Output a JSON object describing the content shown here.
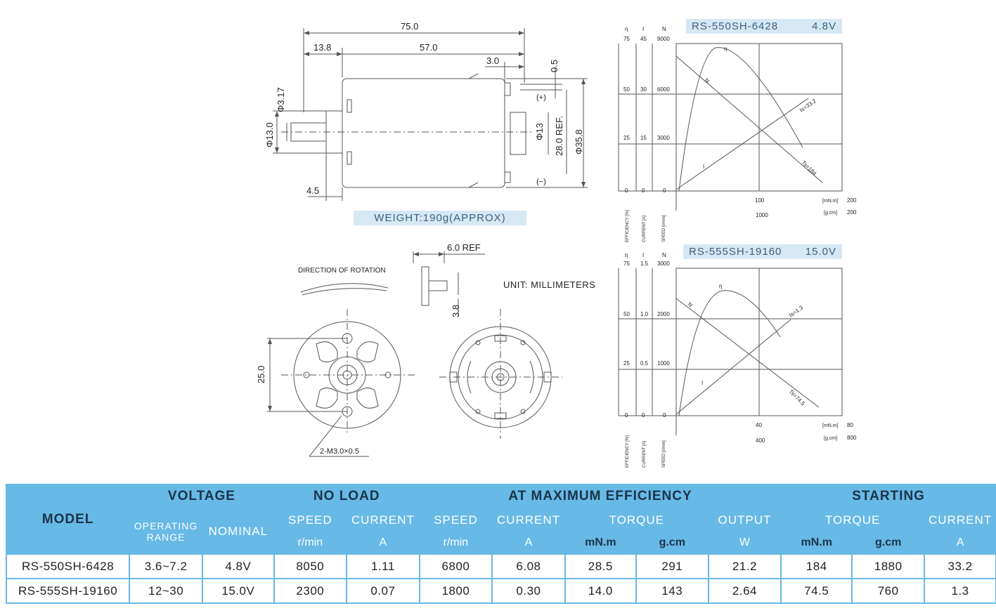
{
  "drawing": {
    "dim_75": "75.0",
    "dim_13_8": "13.8",
    "dim_57": "57.0",
    "dim_3": "3.0",
    "dim_0_5": "0.5",
    "dim_3_17": "Φ3.17",
    "dim_13": "Φ13.0",
    "dim_13b": "Φ13",
    "dim_28": "28.0 REF.",
    "dim_35_8": "Φ35.8",
    "dim_4_5": "4.5",
    "plus": "(+)",
    "minus": "(−)",
    "weight": "WEIGHT:190g(APPROX)",
    "dim_6_ref": "6.0 REF",
    "dim_3_8": "3.8",
    "direction": "DIRECTION OF ROTATION",
    "unit": "UNIT: MILLIMETERS",
    "dim_25": "25.0",
    "screw": "2-M3.0×0.5"
  },
  "charts": [
    {
      "title": "RS-550SH-6428",
      "voltage": "4.8V",
      "axis_heads": [
        "η",
        "I",
        "N"
      ],
      "eff_ticks": [
        "75",
        "50",
        "25",
        "0"
      ],
      "cur_ticks": [
        "45",
        "30",
        "15",
        "0"
      ],
      "spd_ticks": [
        "9000",
        "6000",
        "3000",
        "0"
      ],
      "x_mnm": [
        "100",
        "200"
      ],
      "x_gcm": [
        "1000",
        "200"
      ],
      "unit_mnm": "[mN.m]",
      "unit_gcm": "[g.cm]",
      "axis_labels": [
        "EFFICIENCY [%]",
        "CURRENT [A]",
        "SPEED [r/min]"
      ],
      "label_eta": "η",
      "label_n": "N",
      "label_i": "I",
      "label_is": "Is=33.2",
      "label_ts": "Ts=184"
    },
    {
      "title": "RS-555SH-19160",
      "voltage": "15.0V",
      "axis_heads": [
        "η",
        "I",
        "N"
      ],
      "eff_ticks": [
        "75",
        "50",
        "25",
        "0"
      ],
      "cur_ticks": [
        "1.5",
        "1.0",
        "0.5",
        "0"
      ],
      "spd_ticks": [
        "3000",
        "2000",
        "1000",
        "0"
      ],
      "x_mnm": [
        "40",
        "80"
      ],
      "x_gcm": [
        "400",
        "800"
      ],
      "unit_mnm": "[mN.m]",
      "unit_gcm": "[g.cm]",
      "axis_labels": [
        "EFFICIENCY [%]",
        "CURRENT [A]",
        "SPEED [r/min]"
      ],
      "label_eta": "η",
      "label_n": "N",
      "label_i": "I",
      "label_is": "Is=1.3",
      "label_ts": "Ts=74.5"
    }
  ],
  "table": {
    "model": "MODEL",
    "voltage": "VOLTAGE",
    "no_load": "NO LOAD",
    "max_eff": "AT MAXIMUM EFFICIENCY",
    "starting": "STARTING",
    "operating_range": "OPERATING RANGE",
    "nominal": "NOMINAL",
    "speed": "SPEED",
    "current": "CURRENT",
    "torque": "TORQUE",
    "output": "OUTPUT",
    "u_rmin": "r/min",
    "u_a": "A",
    "u_mnm": "mN.m",
    "u_gcm": "g.cm",
    "u_w": "W",
    "rows": [
      {
        "model": "RS-550SH-6428",
        "range": "3.6~7.2",
        "nominal": "4.8V",
        "nl_speed": "8050",
        "nl_current": "1.11",
        "me_speed": "6800",
        "me_current": "6.08",
        "me_torque_mnm": "28.5",
        "me_torque_gcm": "291",
        "me_output": "21.2",
        "st_torque_mnm": "184",
        "st_torque_gcm": "1880",
        "st_current": "33.2"
      },
      {
        "model": "RS-555SH-19160",
        "range": "12~30",
        "nominal": "15.0V",
        "nl_speed": "2300",
        "nl_current": "0.07",
        "me_speed": "1800",
        "me_current": "0.30",
        "me_torque_mnm": "14.0",
        "me_torque_gcm": "143",
        "me_output": "2.64",
        "st_torque_mnm": "74.5",
        "st_torque_gcm": "760",
        "st_current": "1.3"
      }
    ]
  }
}
